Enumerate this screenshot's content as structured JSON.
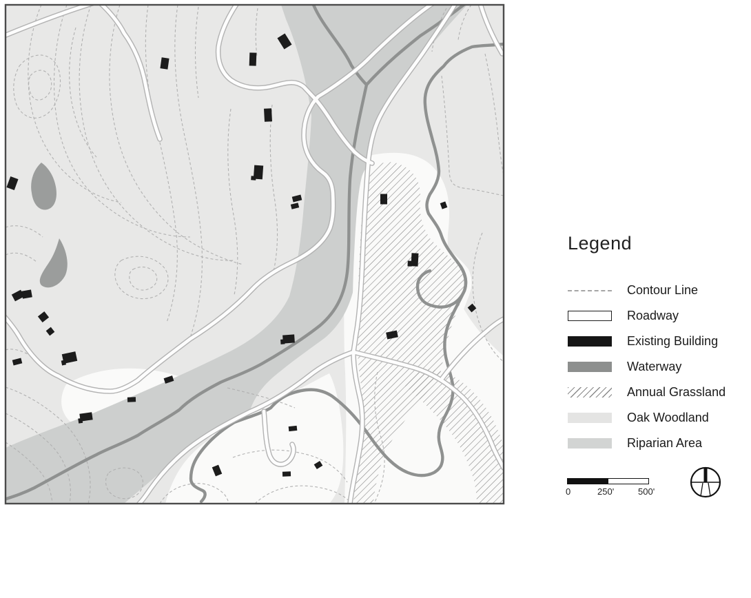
{
  "legend": {
    "title": "Legend",
    "items": [
      {
        "label": "Contour Line",
        "swatch": "contour-line",
        "color": "#a5a5a5"
      },
      {
        "label": "Roadway",
        "swatch": "roadway",
        "color": "#ffffff"
      },
      {
        "label": "Existing Building",
        "swatch": "existing-building",
        "color": "#161616"
      },
      {
        "label": "Waterway",
        "swatch": "waterway",
        "color": "#8d8f8e"
      },
      {
        "label": "Annual Grassland",
        "swatch": "annual-grassland",
        "color": "#8a8a8a"
      },
      {
        "label": "Oak Woodland",
        "swatch": "oak-woodland",
        "color": "#e4e4e3"
      },
      {
        "label": "Riparian Area",
        "swatch": "riparian-area",
        "color": "#d2d4d3"
      }
    ]
  },
  "scale_bar": {
    "labels": [
      "0",
      "250'",
      "500'"
    ]
  },
  "compass": {
    "icon": "north-compass"
  },
  "map": {
    "colors": {
      "base_oak": "#e8e8e7",
      "open_ground": "#fafaf9",
      "riparian": "#cdcfce",
      "waterway": "#8f9190",
      "pond": "#9b9d9c",
      "road_fill": "#fdfdfd",
      "road_casing": "#b2b2b2",
      "contour": "#b0b0b0",
      "building": "#1c1c1c",
      "frame": "#4b4b4b",
      "hatch_line": "#8e8e8e"
    }
  }
}
